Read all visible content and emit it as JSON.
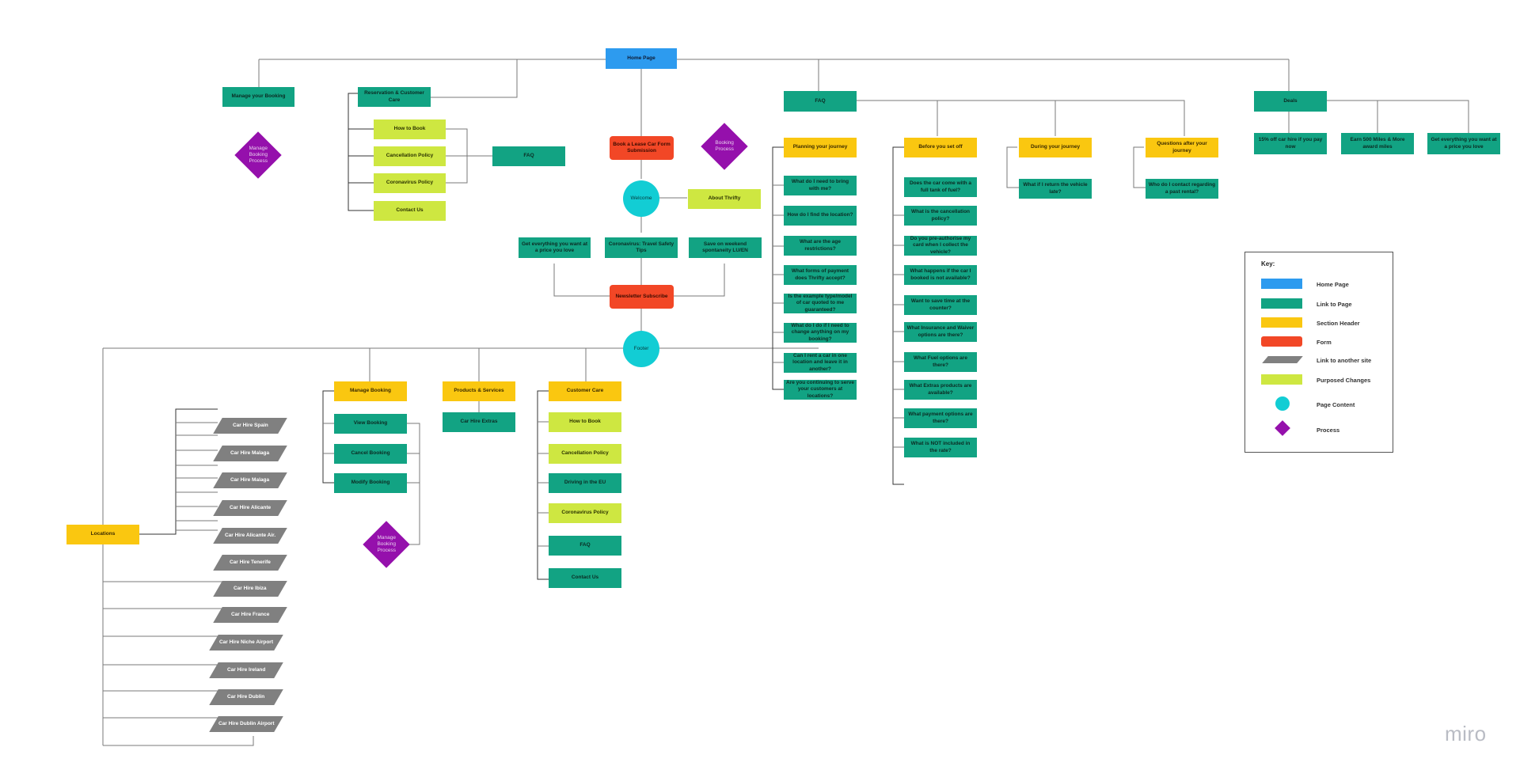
{
  "colors": {
    "home_page": "#2d9bef",
    "link_to_page": "#12a383",
    "section_header": "#fac710",
    "form": "#f24726",
    "link_to_another_site": "#808080",
    "purposed_changes": "#cee741",
    "page_content": "#12cdd4",
    "process": "#9510ac"
  },
  "nodes": {
    "home": "Home Page",
    "manage_booking_top": "Manage your Booking",
    "manage_booking_process_top": "Manage Booking Process",
    "reservation": "Reservation & Customer Care",
    "how_to_book_top": "How to Book",
    "cancellation_top": "Cancellation Policy",
    "coronavirus_top": "Coronavirus Policy",
    "contact_us_top": "Contact Us",
    "faq_side": "FAQ",
    "book_lease": "Book a Lease Car Form Submission",
    "booking_process": "Booking Process",
    "welcome": "Welcome",
    "about_thrifty": "About Thrifty",
    "get_everything_mid": "Get everything you want at a price you love",
    "corona_tips": "Coronavirus: Travel Safety Tips",
    "save_weekend": "Save on weekend spontaneity LU/EN",
    "newsletter": "Newsletter Subscribe",
    "footer": "Footer",
    "faq_main": "FAQ",
    "planning": "Planning your journey",
    "planning_items": [
      "What do I need to bring with me?",
      "How do I find the location?",
      "What are the age restrictions?",
      "What forms of payment does Thrifty accept?",
      "Is the example type/model of car quoted to me guaranteed?",
      "What do I do if I need to change anything on my booking?",
      "Can I rent a car in one location and leave it in another?",
      "Are you continuing to serve your customers at locations?"
    ],
    "before_set_off": "Before you set off",
    "before_items": [
      "Does the car come with a full tank of fuel?",
      "What is the cancellation policy?",
      "Do you pre-authorise my card when I collect the vehicle?",
      "What happens if the car I booked is not available?",
      "Want to save time at the counter?",
      "What Insurance and Waiver options are there?",
      "What Fuel options are there?",
      "What Extras products are available?",
      "What payment options are there?",
      "What is NOT included in the rate?"
    ],
    "during_journey": "During your journey",
    "during_item": "What if I return the vehicle late?",
    "questions_after": "Questions after your journey",
    "questions_item": "Who do I contact regarding a past rental?",
    "deals": "Deals",
    "deal_items": [
      "15% off car hire if you pay now",
      "Earn 500 Miles & More award miles",
      "Get everything you want at a price you love"
    ],
    "locations": "Locations",
    "location_items": [
      "Car Hire Spain",
      "Car Hire Malaga",
      "Car Hire Malaga",
      "Car Hire Alicante",
      "Car Hire Alicante Air.",
      "Car Hire Tenerife",
      "Car Hire Ibiza",
      "Car Hire France",
      "Car Hire Niche Airport",
      "Car Hire Ireland",
      "Car Hire Dublin",
      "Car Hire Dublin Airport"
    ],
    "manage_booking_footer": "Manage Booking",
    "view_booking": "View Booking",
    "cancel_booking": "Cancel Booking",
    "modify_booking": "Modify Booking",
    "manage_booking_process_footer": "Manage Booking Process",
    "products_services": "Products & Services",
    "car_hire_extras": "Car Hire Extras",
    "customer_care": "Customer Care",
    "cc_how_to_book": "How to Book",
    "cc_cancellation": "Cancellation Policy",
    "cc_driving_eu": "Driving in the EU",
    "cc_coronavirus": "Coronavirus Policy",
    "cc_faq": "FAQ",
    "cc_contact": "Contact Us"
  },
  "key": {
    "title": "Key:",
    "items": [
      "Home Page",
      "Link to Page",
      "Section Header",
      "Form",
      "Link to another site",
      "Purposed Changes",
      "Page Content",
      "Process"
    ]
  },
  "brand": "miro"
}
